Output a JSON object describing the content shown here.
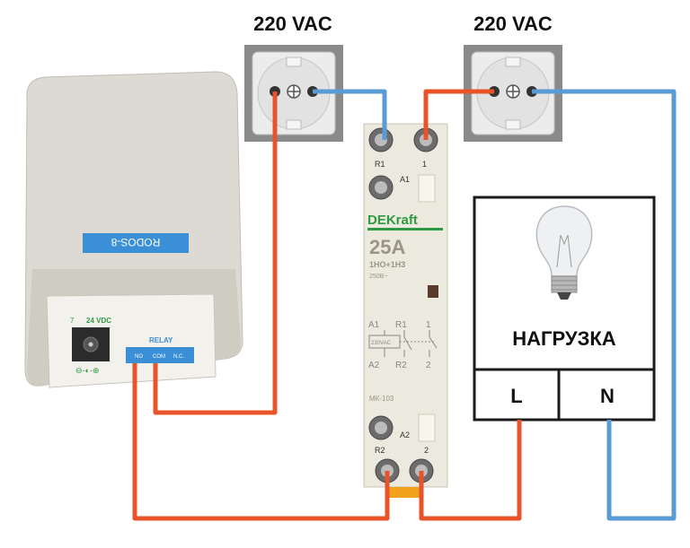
{
  "sockets": [
    {
      "label": "220 VAC"
    },
    {
      "label": "220 VAC"
    }
  ],
  "controller": {
    "brand_label": "RODOS-8",
    "power_label": "24 VDC",
    "power_index": "7",
    "relay_label": "RELAY",
    "relay_pins": [
      "NO",
      "COM",
      "N.C."
    ]
  },
  "contactor": {
    "brand": "DEKraft",
    "rating": "25A",
    "config": "1HO+1H3",
    "voltage": "250B~",
    "model": "МК-103",
    "terminal_labels": {
      "r1": "R1",
      "t1": "1",
      "a1": "A1",
      "a2": "A2",
      "r2": "R2",
      "t2": "2"
    },
    "schematic": {
      "a1": "A1",
      "r1": "R1",
      "t1": "1",
      "a2": "A2",
      "r2": "R2",
      "t2": "2",
      "coil": "230VAC"
    }
  },
  "load": {
    "title": "НАГРУЗКА",
    "l_label": "L",
    "n_label": "N"
  },
  "colors": {
    "phase_wire": "#e8542a",
    "neutral_wire": "#5b9bd5",
    "socket_plate": "#8a8a8a",
    "socket_face": "#ececec",
    "label_bar": "#3a8fd6",
    "dekraft_green": "#2f9a44",
    "contactor_body": "#ece9de",
    "frame": "#1a1a1a"
  }
}
